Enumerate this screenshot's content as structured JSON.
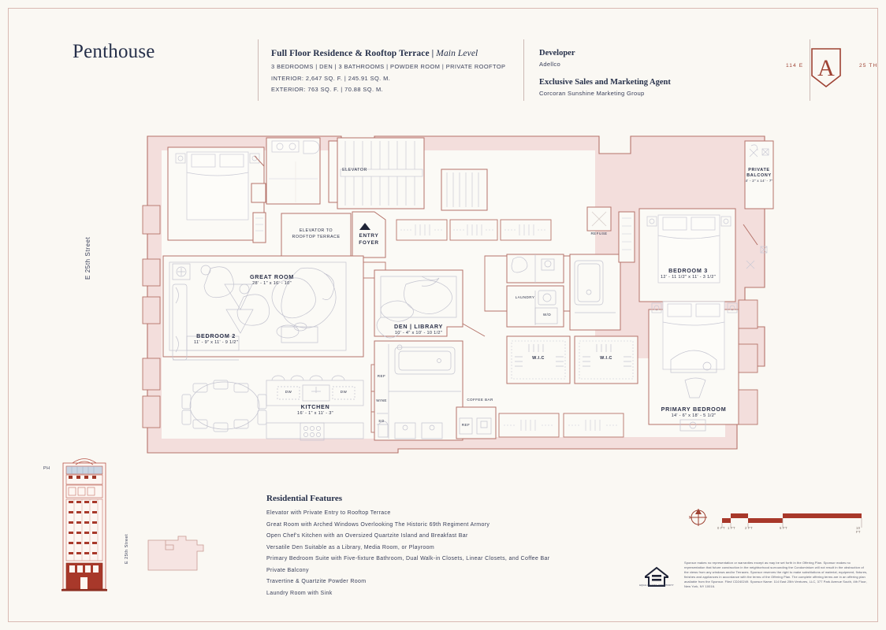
{
  "header": {
    "title": "Penthouse",
    "residence": {
      "heading_main": "Full Floor Residence & Rooftop Terrace",
      "heading_sep": "|",
      "heading_level": "Main Level",
      "program": "3 BEDROOMS  |  DEN  |  3 BATHROOMS  |  POWDER ROOM  |  PRIVATE ROOFTOP",
      "interior": "INTERIOR:  2,647 SQ. F.  |  245.91 SQ. M.",
      "exterior": "EXTERIOR:  763 SQ. F.  |  70.88 SQ. M."
    },
    "developer": {
      "label": "Developer",
      "name": "Adellco",
      "agent_label": "Exclusive Sales and Marketing Agent",
      "agent_name": "Corcoran Sunshine Marketing Group"
    },
    "logo": {
      "left_text": "114 E",
      "right_text": "25 TH",
      "monogram": "A"
    }
  },
  "plan": {
    "street_label": "E 25th Street",
    "keyplan_street_label": "E 25th Street",
    "elevation_marker": "PH",
    "rooms": [
      {
        "name": "BEDROOM 2",
        "dims": "11' - 9\" x 11' - 9 1/2\""
      },
      {
        "name": "GREAT ROOM",
        "dims": "28' - 1\" x 16' - 10\""
      },
      {
        "name": "KITCHEN",
        "dims": "16' - 1\" x 11' - 3\""
      },
      {
        "name": "DEN | LIBRARY",
        "dims": "10' - 4\" x 10' - 10 1/2\""
      },
      {
        "name": "BEDROOM 3",
        "dims": "12' - 11 1/2\" x 11' - 3 1/2\""
      },
      {
        "name": "PRIMARY BEDROOM",
        "dims": "14' - 6\" x 18' - 5 1/2\""
      },
      {
        "name": "PRIVATE BALCONY",
        "dims": "4' - 2\" x 14' - 7\""
      }
    ],
    "small_labels": {
      "elevator": "ELEVATOR",
      "elevator_roof_1": "ELEVATOR TO",
      "elevator_roof_2": "ROOFTOP TERRACE",
      "entry_1": "ENTRY",
      "entry_2": "FOYER",
      "refuse": "REFUSE",
      "laundry": "LAUNDRY",
      "washer_dryer": "W/D",
      "wic_1": "W.I.C",
      "wic_2": "W.I.C",
      "coffee_bar": "COFFEE BAR",
      "ref": "REF",
      "ref2": "REF",
      "wine": "WINE",
      "so": "SO",
      "dw_1": "DW",
      "dw_2": "DW"
    }
  },
  "features": {
    "title": "Residential Features",
    "items": [
      "Elevator with Private Entry to Rooftop Terrace",
      "Great Room with Arched Windows Overlooking The Historic 69th Regiment Armory",
      "Open Chef's Kitchen with an Oversized Quartzite Island and Breakfast Bar",
      "Versatile Den Suitable as a Library, Media Room, or Playroom",
      "Primary Bedroom Suite with Five-fixture Bathroom, Dual Walk-in Closets, Linear Closets, and Coffee Bar",
      "Private Balcony",
      "Travertine & Quartzite Powder Room",
      "Laundry Room with Sink"
    ]
  },
  "scale": {
    "ticks": [
      "0 FT",
      "1 FT",
      "2 FT",
      "5 FT",
      "10 FT"
    ],
    "north_letter": "N"
  },
  "footer": {
    "eho_caption": "EQUAL HOUSING OPPORTUNITY",
    "disclaimer": "Sponsor makes no representation or warranties except as may be set forth in the Offering Plan. Sponsor makes no representation that future construction in the neighborhood surrounding the Condominium will not result in the obstruction of the views from any windows and/or Terraces. Sponsor reserves the right to make substitutions of material, equipment, fixtures, finishes and appliances in accordance with the terms of the Offering Plan. The complete offering terms are in an offering plan available from the Sponsor. File# CD240249. Sponsor Name: 114 East 25th Ventures, LLC, 377 Park Avenue South, 4th Floor, New York, NY 10016."
  },
  "colors": {
    "background": "#faf8f3",
    "wall_fill": "#f3dedc",
    "wall_stroke": "#b5736a",
    "room_fill": "#fbfaf6",
    "accent_red": "#9e4233",
    "text": "#2b3048"
  }
}
